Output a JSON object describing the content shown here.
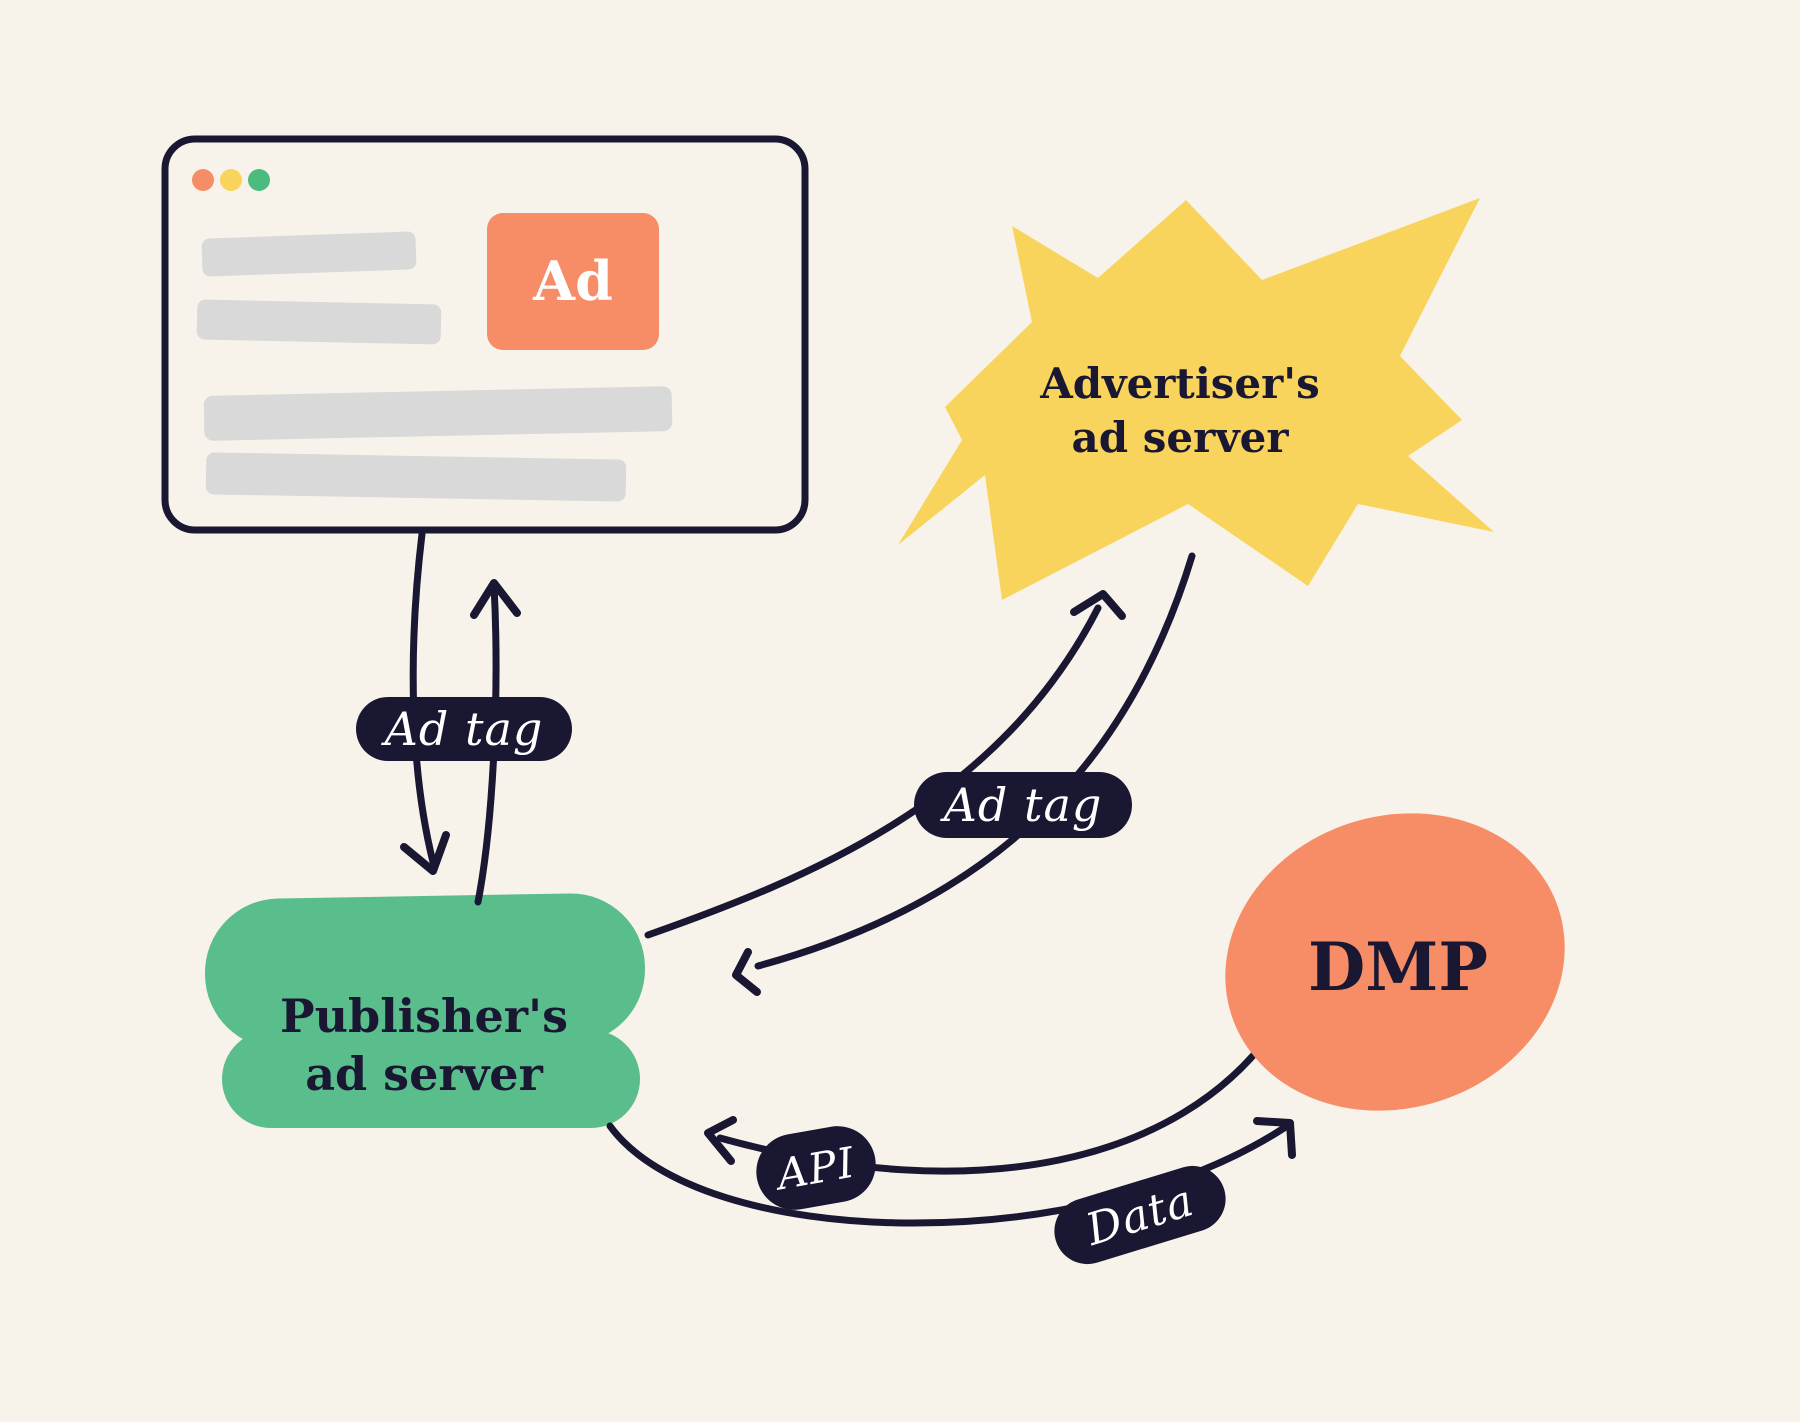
{
  "title": "Ad serving flow diagram",
  "colors": {
    "background": "#F8F3EA",
    "ink": "#1A1733",
    "salmon": "#F78D67",
    "yellow": "#F9D45C",
    "green": "#5ABD8C",
    "gray": "#D9D9D9",
    "white": "#FFFFFF"
  },
  "browser": {
    "ad_label": "Ad",
    "traffic_lights": [
      "#F78D67",
      "#F9D45C",
      "#4CBB80"
    ]
  },
  "nodes": {
    "advertiser": {
      "line1": "Advertiser's",
      "line2": "ad server",
      "shape": "starburst",
      "color": "#F9D45C"
    },
    "publisher": {
      "line1": "Publisher's",
      "line2": "ad server",
      "shape": "rounded-blob",
      "color": "#5ABD8C"
    },
    "dmp": {
      "label": "DMP",
      "shape": "ellipse",
      "color": "#F78D67"
    }
  },
  "labels": {
    "ad_tag_left": "Ad tag",
    "ad_tag_mid": "Ad tag",
    "api": "API",
    "data": "Data"
  },
  "edges": [
    {
      "from": "publisher-ad-server",
      "to": "web-page-browser",
      "label": "Ad tag",
      "bidirectional": true
    },
    {
      "from": "publisher-ad-server",
      "to": "advertiser-ad-server",
      "label": "Ad tag",
      "bidirectional": true
    },
    {
      "from": "dmp",
      "to": "publisher-ad-server",
      "label": "API"
    },
    {
      "from": "publisher-ad-server",
      "to": "dmp",
      "label": "Data"
    }
  ]
}
